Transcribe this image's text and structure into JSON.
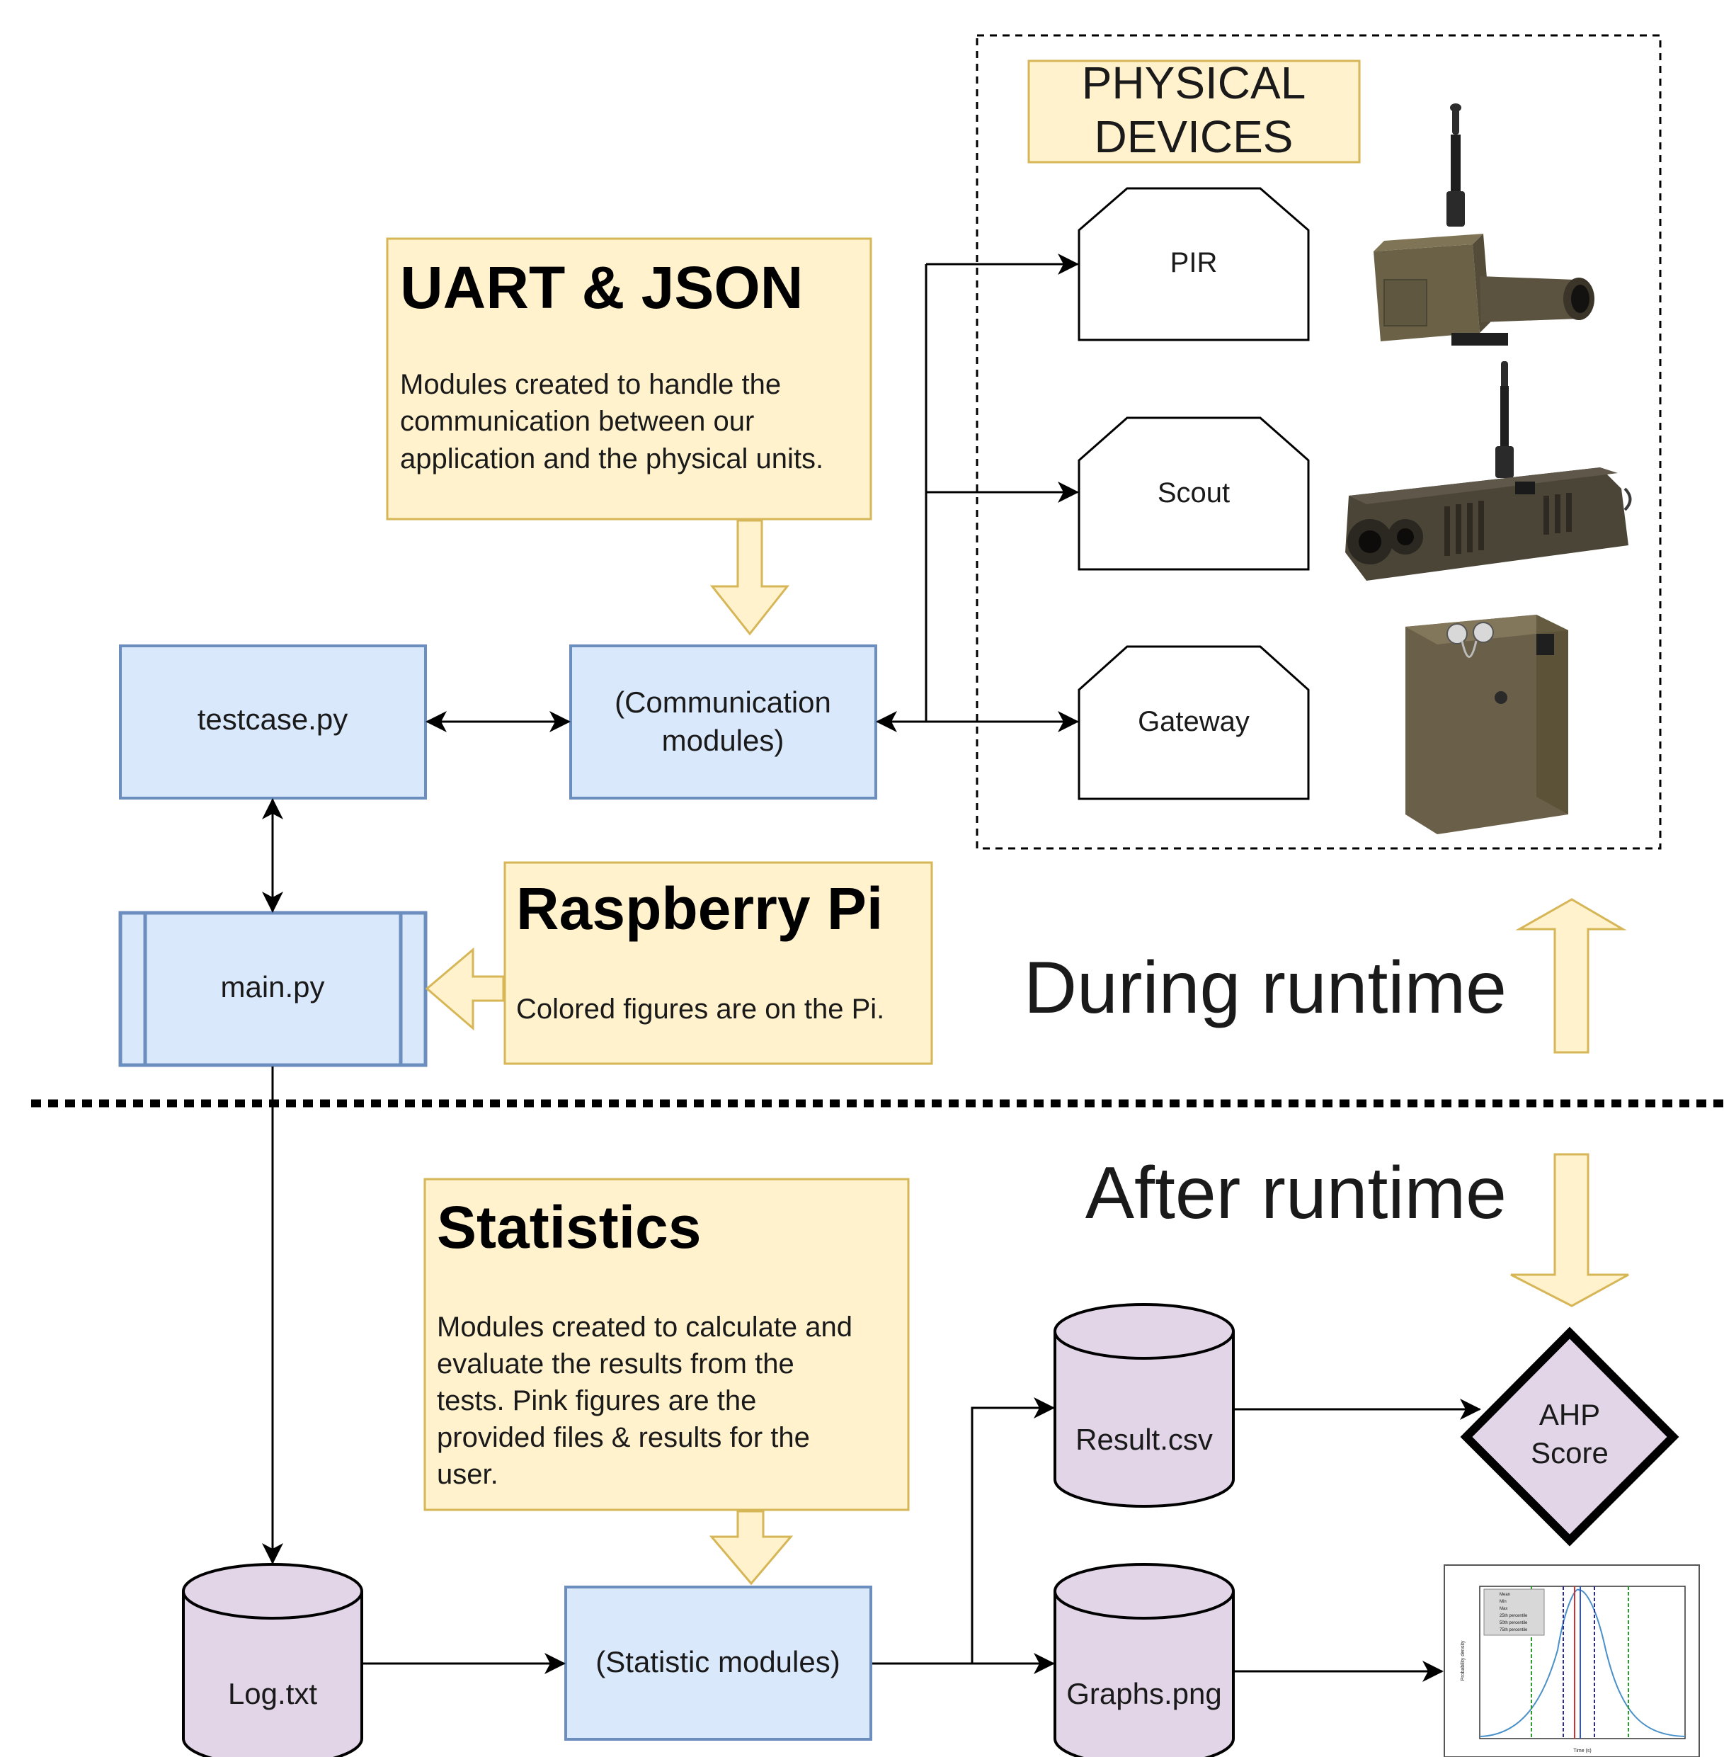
{
  "physical_devices": {
    "title_line1": "PHYSICAL",
    "title_line2": "DEVICES",
    "devices": [
      "PIR",
      "Scout",
      "Gateway"
    ]
  },
  "uart_note": {
    "title": "UART & JSON",
    "lines": [
      "Modules created to handle the",
      "communication between our",
      "application and the physical units."
    ]
  },
  "raspberry_note": {
    "title": "Raspberry Pi",
    "body": "Colored figures are on the Pi."
  },
  "statistics_note": {
    "title": "Statistics",
    "lines": [
      "Modules created to calculate and",
      "evaluate the results from the",
      "tests. Pink figures are the",
      "provided files & results for the",
      "user."
    ]
  },
  "nodes": {
    "testcase": "testcase.py",
    "comm_line1": "(Communication",
    "comm_line2": "modules)",
    "main": "main.py",
    "stat": "(Statistic modules)",
    "log": "Log.txt",
    "result": "Result.csv",
    "graphs": "Graphs.png",
    "ahp_line1": "AHP",
    "ahp_line2": "Score"
  },
  "phases": {
    "during": "During runtime",
    "after": "After runtime"
  },
  "graph_thumbnail": {
    "legend": [
      "Mean",
      "Min",
      "Max",
      "25th percentile",
      "50th percentile",
      "75th percentile"
    ],
    "xlabel": "Time (s)",
    "ylabel": "Probability density"
  },
  "colors": {
    "note_fill": "#fff2cc",
    "note_stroke": "#d6b656",
    "pi_fill": "#dae8fc",
    "pi_stroke": "#6c8ebf",
    "result_fill": "#e1d5e7",
    "arrow_fill": "#fff2cc"
  }
}
